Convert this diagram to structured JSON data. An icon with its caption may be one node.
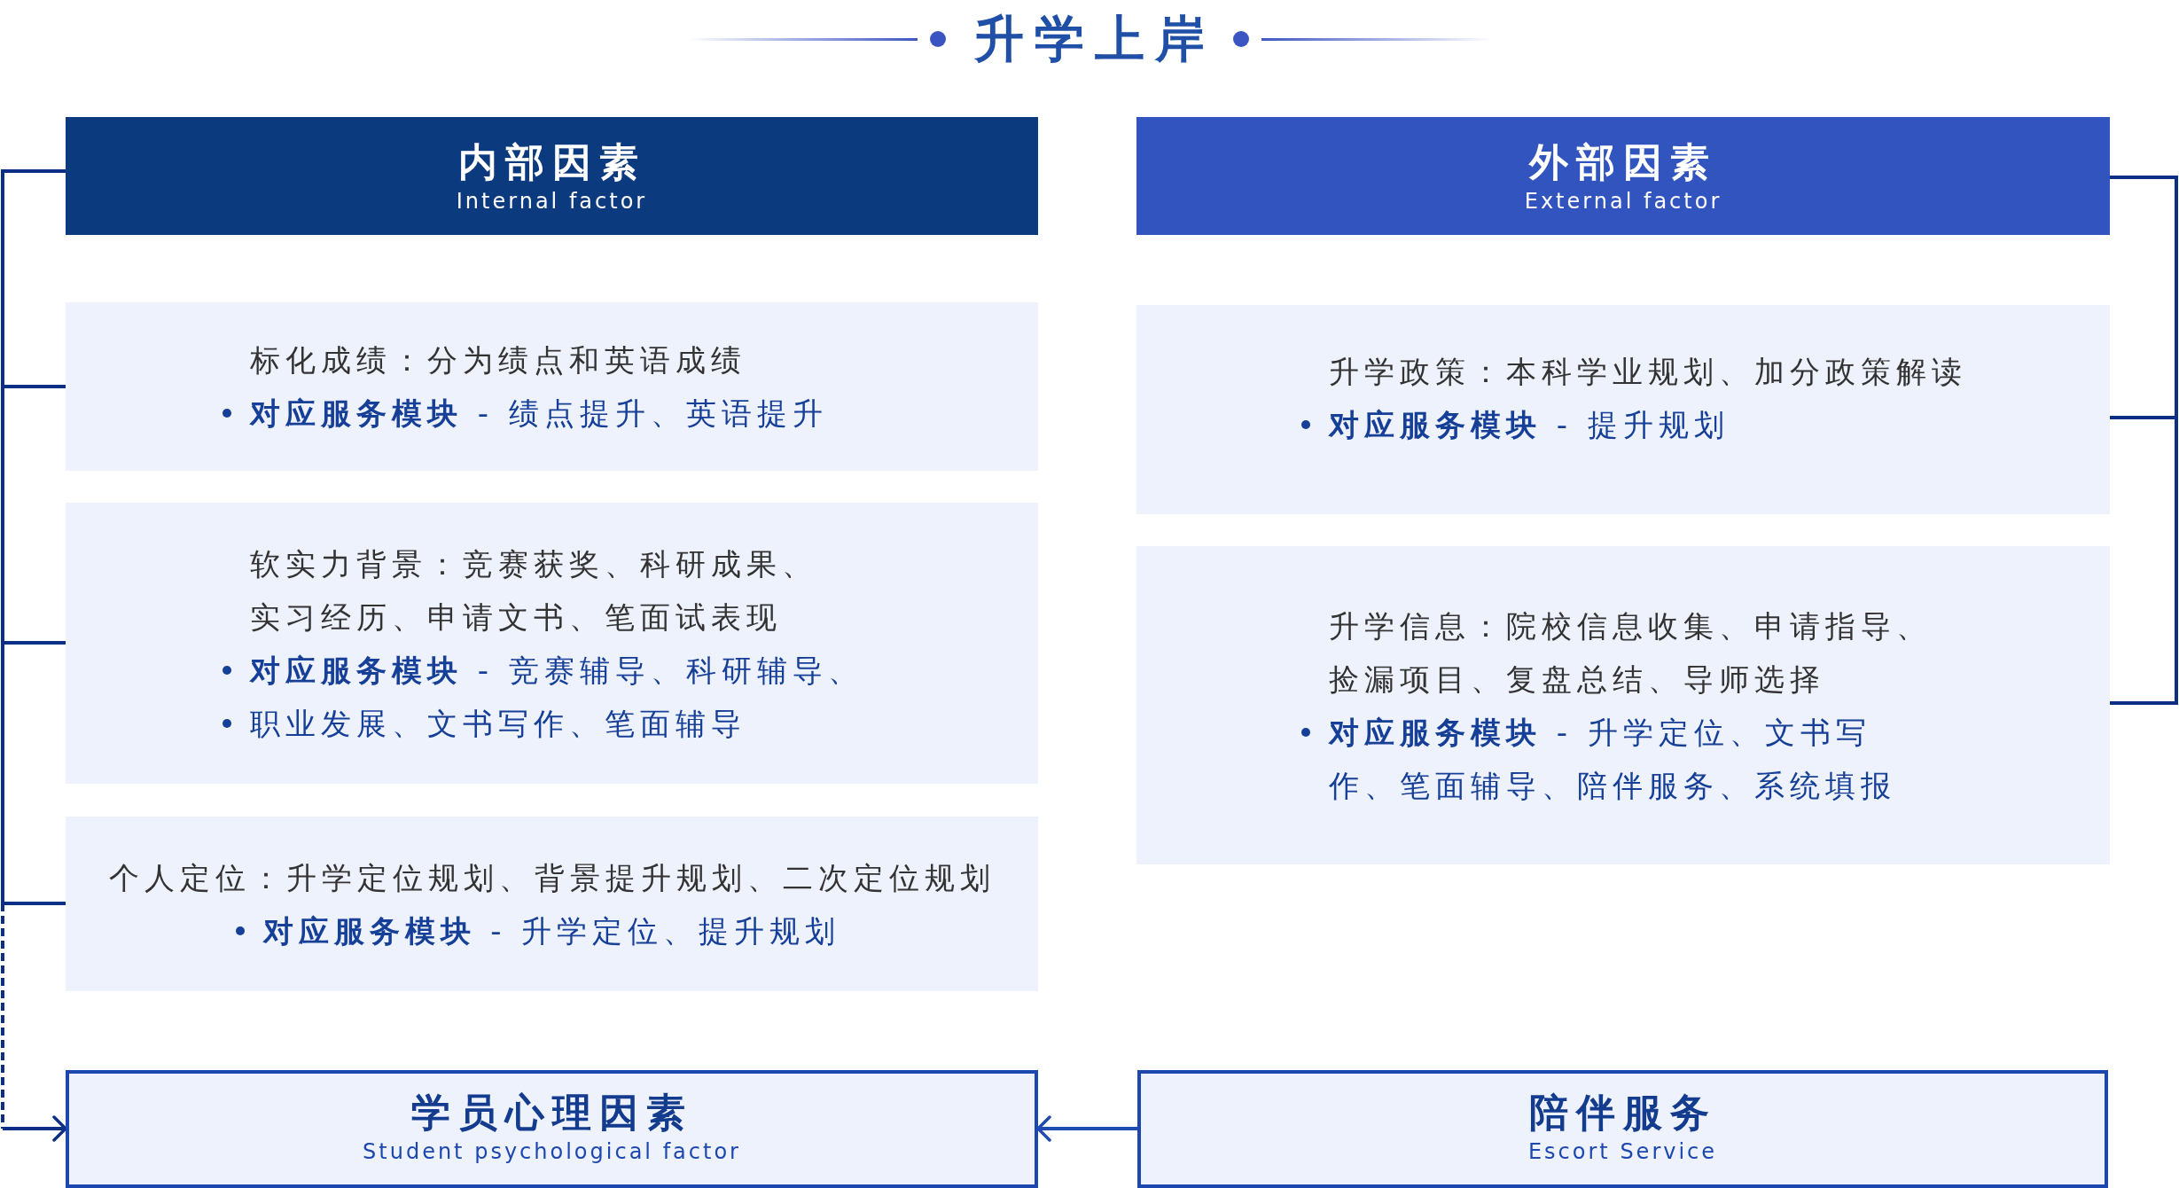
{
  "diagram": {
    "title": "升学上岸",
    "nodes": [
      {
        "text": [
          "内部因素",
          "Internal factor"
        ]
      },
      {
        "text": [
          "标化成绩：分为绩点和英语成绩",
          "**对应服务模块** - 绩点提升、英语提升"
        ]
      },
      {
        "text": [
          "软实力背景：竞赛获奖、科研成果、实习经历、申请文书、笔面试表现",
          "**对应服务模块** - 竞赛辅导、科研辅导、",
          "职业发展、文书写作、笔面辅导"
        ]
      },
      {
        "text": [
          "个人定位：升学定位规划、背景提升规划、二次定位规划",
          "**对应服务模块** - 升学定位、提升规划"
        ]
      },
      {
        "text": [
          "外部因素",
          "External factor"
        ]
      },
      {
        "text": [
          "升学政策：本科学业规划、加分政策解读",
          "**对应服务模块** - 提升规划"
        ]
      },
      {
        "text": [
          "升学信息：院校信息收集、申请指导、捡漏项目、复盘总结、导师选择",
          "**对应服务模块** - 升学定位、文书写作、笔面辅导、陪伴服务、系统填报"
        ]
      },
      {
        "text": [
          "学员心理因素",
          "Student psychological factor"
        ]
      },
      {
        "text": [
          "陪伴服务",
          "Escort Service"
        ]
      }
    ],
    "edges": [
      {
        "from": 0,
        "to": 1,
        "arrow": "none"
      },
      {
        "from": 0,
        "to": 2,
        "arrow": "none"
      },
      {
        "from": 0,
        "to": 3,
        "arrow": "none"
      },
      {
        "from": 3,
        "to": 7,
        "arrow": "to",
        "style": "dashed"
      },
      {
        "from": 4,
        "to": 5,
        "arrow": "none"
      },
      {
        "from": 4,
        "to": 6,
        "arrow": "none"
      },
      {
        "from": 8,
        "to": 7,
        "arrow": "to",
        "color": "#1f4bb3"
      }
    ]
  }
}
